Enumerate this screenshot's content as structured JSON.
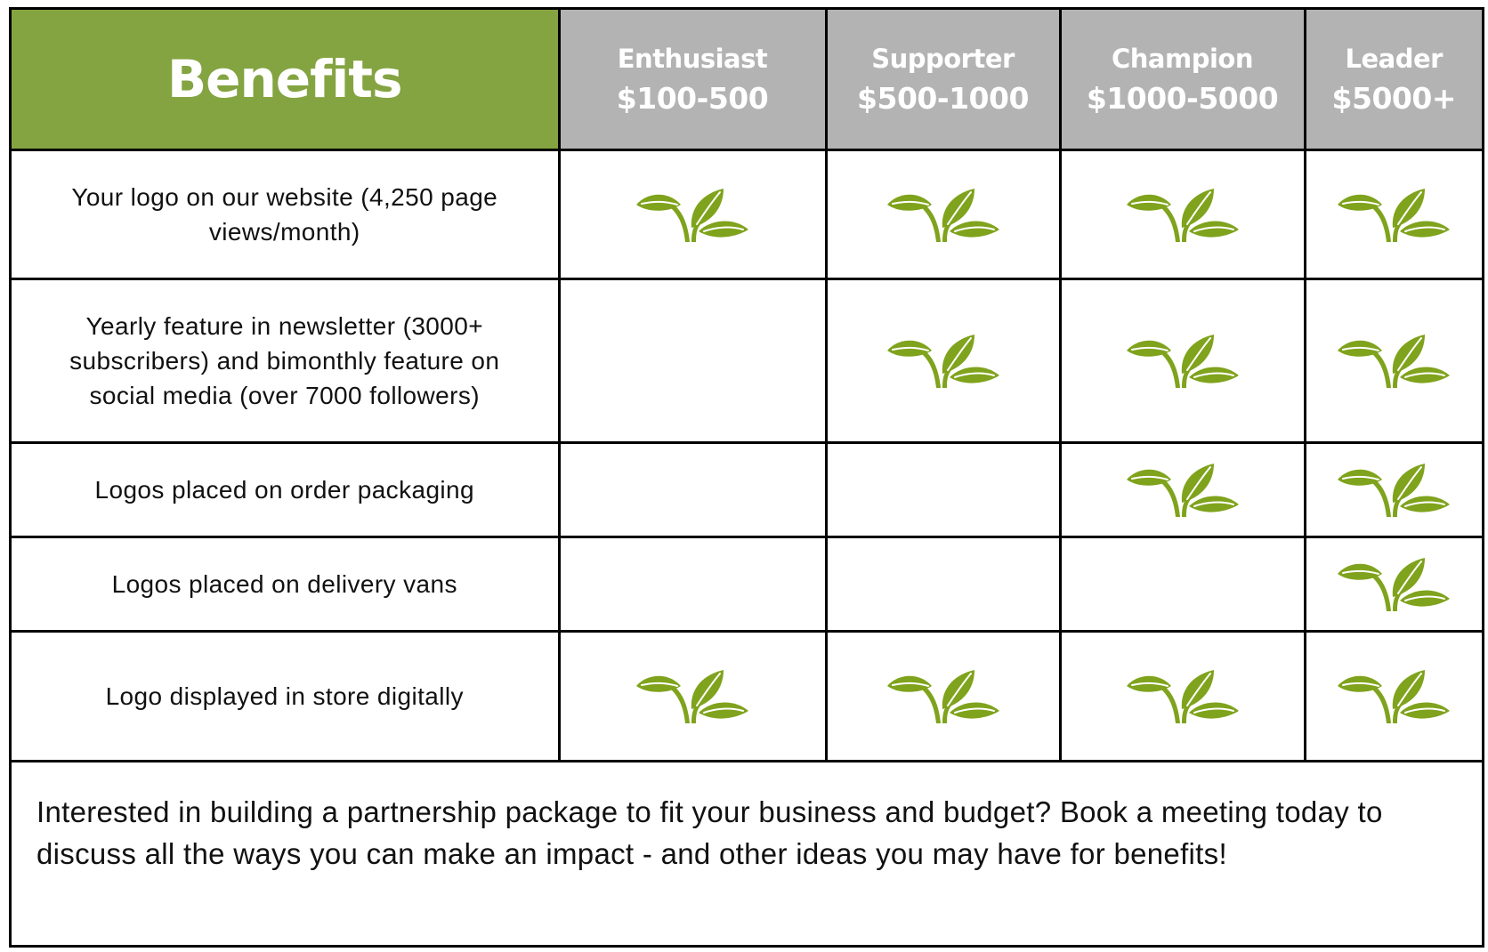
{
  "header": {
    "benefits_label": "Benefits",
    "tiers": [
      {
        "name": "Enthusiast",
        "range": "$100-500"
      },
      {
        "name": "Supporter",
        "range": "$500-1000"
      },
      {
        "name": "Champion",
        "range": "$1000-5000"
      },
      {
        "name": "Leader",
        "range": "$5000+"
      }
    ]
  },
  "rows": [
    {
      "benefit": "Your logo on our website (4,250 page views/month)",
      "included": [
        true,
        true,
        true,
        true
      ]
    },
    {
      "benefit": "Yearly feature in newsletter (3000+ subscribers) and bimonthly feature on social media (over 7000 followers)",
      "included": [
        false,
        true,
        true,
        true
      ]
    },
    {
      "benefit": "Logos placed on order packaging",
      "included": [
        false,
        false,
        true,
        true
      ]
    },
    {
      "benefit": "Logos placed on delivery vans",
      "included": [
        false,
        false,
        false,
        true
      ]
    },
    {
      "benefit": "Logo displayed in store digitally",
      "included": [
        true,
        true,
        true,
        true
      ]
    }
  ],
  "mark_icon": "sprout-leaf-icon",
  "colors": {
    "header_green": "#84a441",
    "header_grey": "#b3b3b3",
    "leaf_green": "#7fa31c"
  },
  "footer": {
    "text": "Interested in building a partnership package to fit your business and budget? Book a meeting today to discuss all the ways you can make an impact - and other ideas you may have for benefits!"
  }
}
